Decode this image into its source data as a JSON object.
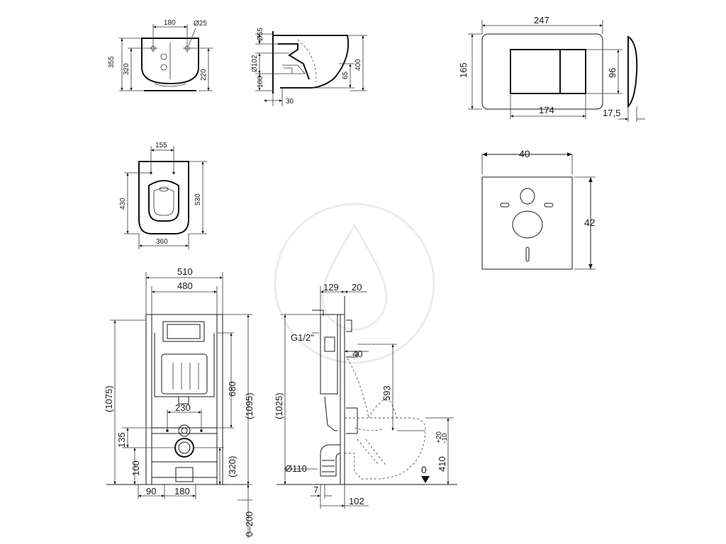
{
  "bowl_front": {
    "d180": "180",
    "d25": "Ø25",
    "d355": "355",
    "d320": "320",
    "d220": "220"
  },
  "bowl_side": {
    "d55": "Ø55",
    "d102": "Ø102",
    "d100": "100",
    "d30": "30",
    "d65": "65",
    "d400": "400"
  },
  "flush_plate": {
    "d247": "247",
    "d165": "165",
    "d96": "96",
    "d174": "174",
    "d175": "17,5"
  },
  "bowl_top": {
    "d155": "155",
    "d430": "430",
    "d530": "530",
    "d360": "360"
  },
  "insulation": {
    "d40": "40",
    "d42": "42"
  },
  "frame_front": {
    "d510": "510",
    "d480": "480",
    "d1075": "(1075)",
    "d680": "680",
    "d1095": "(1095)",
    "d230": "230",
    "d135": "135",
    "d100": "100",
    "d320": "(320)",
    "d90": "90",
    "d180": "180",
    "d0200": "0–200"
  },
  "frame_side": {
    "d129": "129",
    "d20": "20",
    "g12": "G1/2\"",
    "d40": "40",
    "d1025": "(1025)",
    "d593": "593",
    "d110": "Ø110",
    "d0": "0",
    "d410": "410",
    "d410sup": "+20",
    "d410sub": "-10",
    "d7": "7",
    "d102": "102"
  },
  "icons": [
    "watermark-drop-icon",
    "arrow-down-icon"
  ]
}
